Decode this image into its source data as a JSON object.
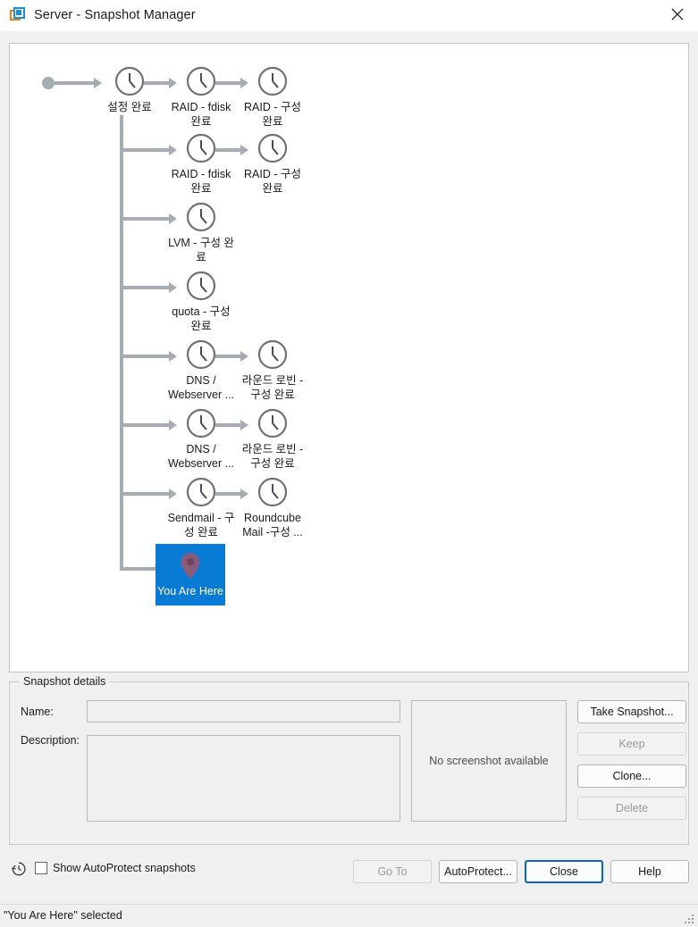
{
  "window": {
    "title": "Server - Snapshot Manager",
    "icon": "vmware-icon",
    "close_icon": "close-icon"
  },
  "tree": {
    "root_node_icon": "root-dot-icon",
    "nodes": [
      {
        "id": "n1",
        "label": "설정 완료",
        "icon": "clock-icon"
      },
      {
        "id": "n2",
        "label": "RAID - fdisk 완료",
        "icon": "clock-icon"
      },
      {
        "id": "n3",
        "label": "RAID - 구성 완료",
        "icon": "clock-icon"
      },
      {
        "id": "n4",
        "label": "RAID - fdisk 완료",
        "icon": "clock-icon"
      },
      {
        "id": "n5",
        "label": "RAID - 구성 완료",
        "icon": "clock-icon"
      },
      {
        "id": "n6",
        "label": "LVM - 구성 완료",
        "icon": "clock-icon"
      },
      {
        "id": "n7",
        "label": "quota - 구성 완료",
        "icon": "clock-icon"
      },
      {
        "id": "n8",
        "label": "DNS / Webserver ...",
        "icon": "clock-icon"
      },
      {
        "id": "n9",
        "label": "라운드 로빈 - 구성 완료",
        "icon": "clock-icon"
      },
      {
        "id": "n10",
        "label": "DNS / Webserver ...",
        "icon": "clock-icon"
      },
      {
        "id": "n11",
        "label": "라운드 로빈 - 구성 완료",
        "icon": "clock-icon"
      },
      {
        "id": "n12",
        "label": "Sendmail - 구성 완료",
        "icon": "clock-icon"
      },
      {
        "id": "n13",
        "label": "Roundcube Mail -구성 ...",
        "icon": "clock-icon"
      },
      {
        "id": "n14",
        "label": "You Are Here",
        "icon": "map-pin-icon",
        "selected": true
      }
    ],
    "selection_color": "#0a7bd4",
    "connector_color": "#a6acb3",
    "pin_color": "#8a5b7a"
  },
  "details": {
    "legend": "Snapshot details",
    "name_label": "Name:",
    "name_value": "",
    "name_placeholder": "",
    "description_label": "Description:",
    "description_value": "",
    "description_placeholder": "",
    "screenshot_placeholder": "No screenshot available"
  },
  "side_buttons": [
    {
      "label": "Take Snapshot...",
      "enabled": true
    },
    {
      "label": "Keep",
      "enabled": false
    },
    {
      "label": "Clone...",
      "enabled": true
    },
    {
      "label": "Delete",
      "enabled": false
    }
  ],
  "bottom": {
    "history_icon": "history-clock-icon",
    "autoprotect_checkbox": {
      "label": "Show AutoProtect snapshots",
      "checked": false
    },
    "buttons": [
      {
        "label": "Go To",
        "enabled": false,
        "focused": false
      },
      {
        "label": "AutoProtect...",
        "enabled": true,
        "focused": false
      },
      {
        "label": "Close",
        "enabled": true,
        "focused": true
      },
      {
        "label": "Help",
        "enabled": true,
        "focused": false
      }
    ]
  },
  "status": {
    "text": "\"You Are Here\" selected",
    "grip_icon": "resize-grip-icon"
  }
}
